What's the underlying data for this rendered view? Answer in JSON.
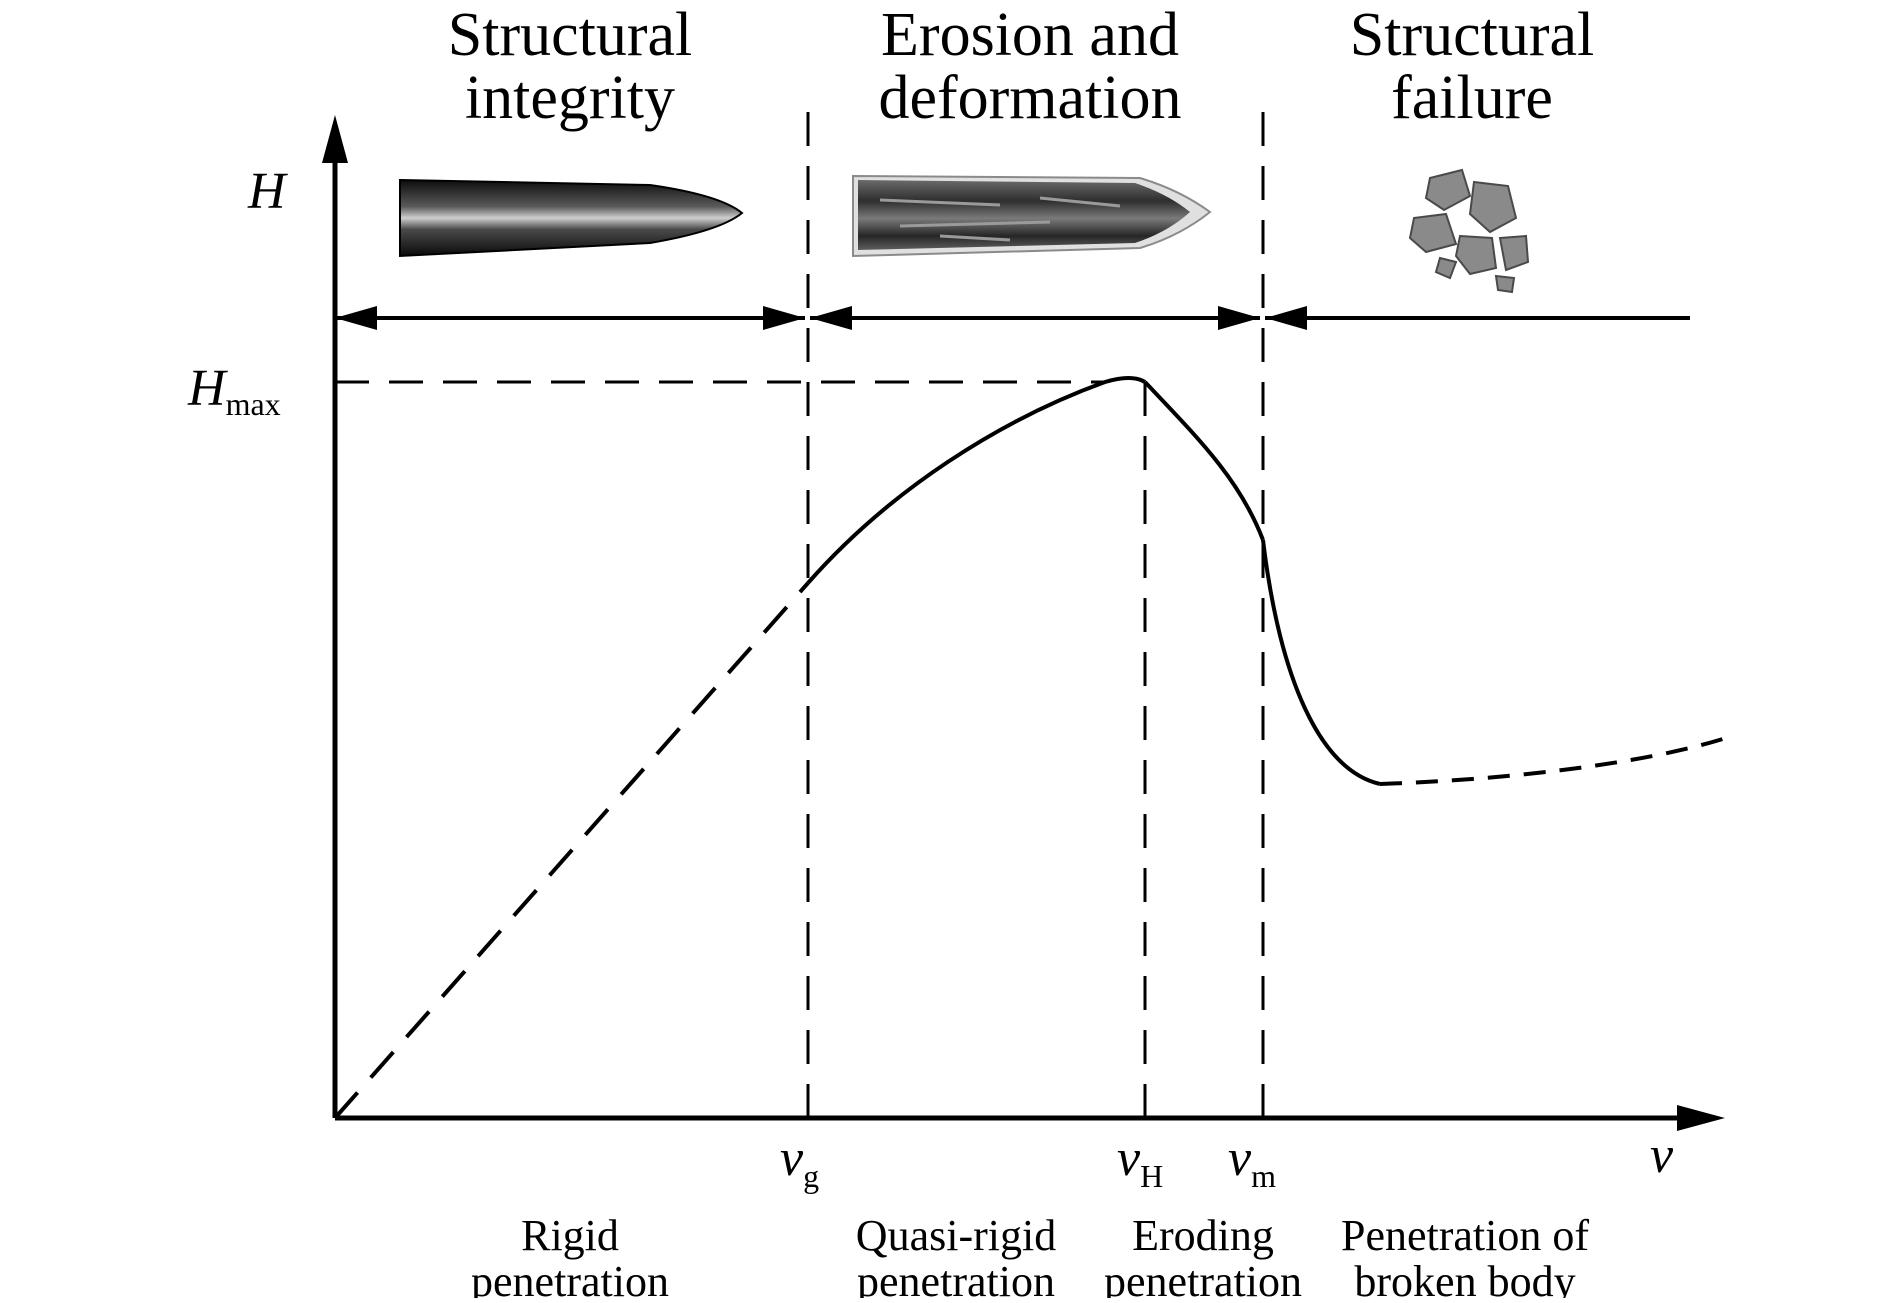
{
  "regions": {
    "integrity": {
      "line1": "Structural",
      "line2": "integrity"
    },
    "erosion": {
      "line1": "Erosion and",
      "line2": "deformation"
    },
    "failure": {
      "line1": "Structural",
      "line2": "failure"
    }
  },
  "axes": {
    "y": {
      "symbol": "H"
    },
    "x": {
      "symbol": "v"
    },
    "hmax": {
      "main": "H",
      "sub": "max"
    }
  },
  "velocities": {
    "vg": {
      "main": "v",
      "sub": "g"
    },
    "vh": {
      "main": "v",
      "sub": "H"
    },
    "vm": {
      "main": "v",
      "sub": "m"
    }
  },
  "modes": {
    "rigid": {
      "line1": "Rigid",
      "line2": "penetration"
    },
    "quasi": {
      "line1": "Quasi-rigid",
      "line2": "penetration"
    },
    "eroding": {
      "line1": "Eroding",
      "line2": "penetration"
    },
    "broken": {
      "line1": "Penetration of",
      "line2": "broken body"
    }
  },
  "colors": {
    "ink": "#000000",
    "projectile_dark": "#1a1a1a",
    "projectile_eroded": "#3a3a3a",
    "fragments": "#8a8a8a"
  }
}
